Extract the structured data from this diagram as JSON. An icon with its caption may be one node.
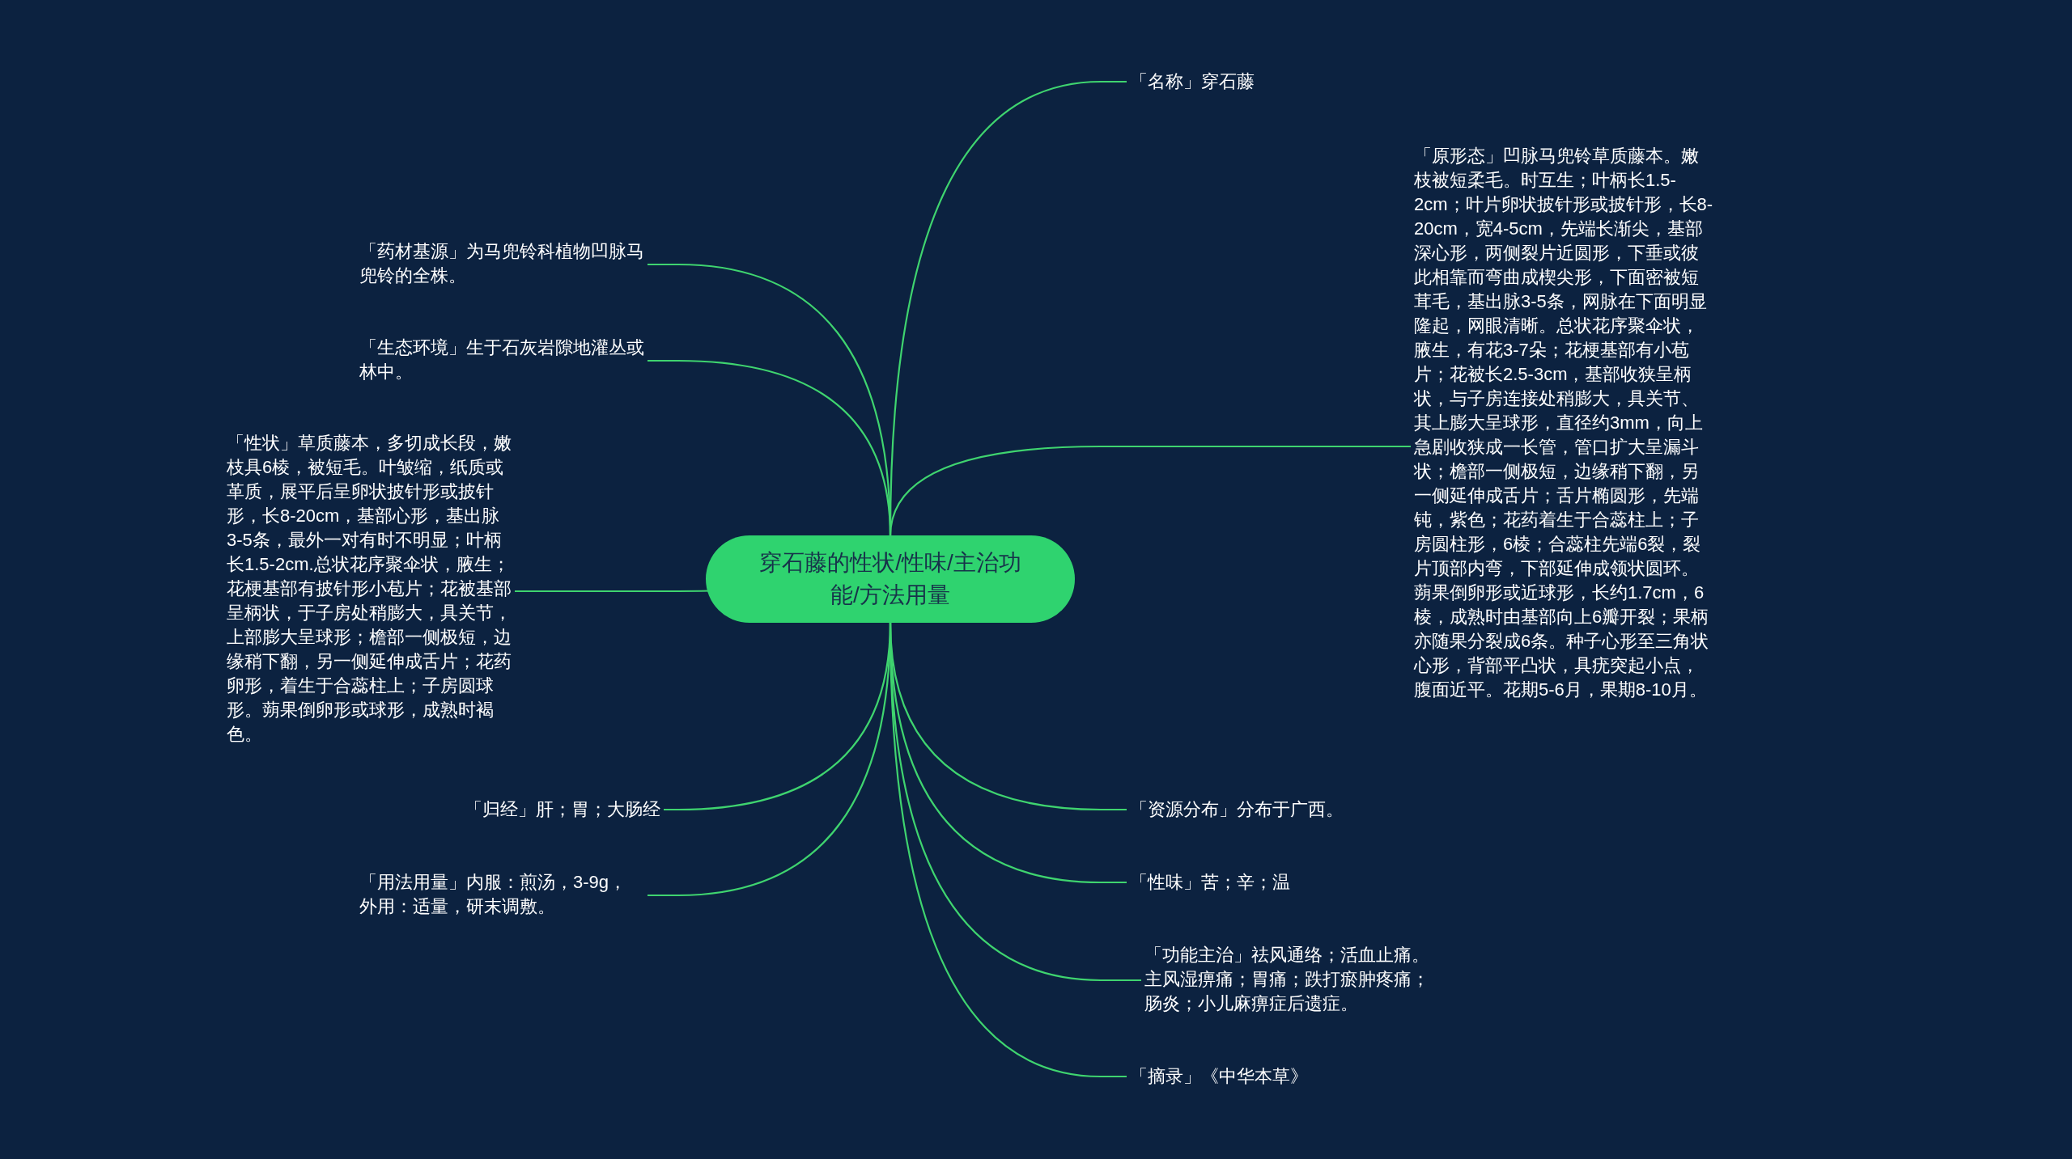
{
  "diagram": {
    "nodes": [
      {
        "text": [
          "穿石藤的性状/性味/主治功能/方法用量"
        ]
      },
      {
        "text": [
          "「名称」穿石藤"
        ]
      },
      {
        "text": [
          "「原形态」凹脉马兜铃草质藤本。嫩枝被短柔毛。时互生；叶柄长1.5-2cm；叶片卵状披针形或披针形，长8-20cm，宽4-5cm，先端长渐尖，基部深心形，两侧裂片近圆形，下垂或彼此相靠而弯曲成楔尖形，下面密被短茸毛，基出脉3-5条，网脉在下面明显隆起，网眼清晰。总状花序聚伞状，腋生，有花3-7朵；花梗基部有小苞片；花被长2.5-3cm，基部收狭呈柄状，与子房连接处稍膨大，具关节、其上膨大呈球形，直径约3mm，向上急剧收狭成一长管，管口扩大呈漏斗状；檐部一侧极短，边缘稍下翻，另一侧延伸成舌片；舌片椭圆形，先端钝，紫色；花药着生于合蕊柱上；子房圆柱形，6棱；合蕊柱先端6裂，裂片顶部内弯，下部延伸成领状圆环。蒴果倒卵形或近球形，长约1.7cm，6棱，成熟时由基部向上6瓣开裂；果柄亦随果分裂成6条。种子心形至三角状心形，背部平凸状，具疣突起小点，腹面近平。花期5-6月，果期8-10月。"
        ]
      },
      {
        "text": [
          "「资源分布」分布于广西。"
        ]
      },
      {
        "text": [
          "「性味」苦；辛；温"
        ]
      },
      {
        "text": [
          "「功能主治」祛风通络；活血止痛。主风湿痹痛；胃痛；跌打瘀肿疼痛；肠炎；小儿麻痹症后遗症。"
        ]
      },
      {
        "text": [
          "「摘录」《中华本草》"
        ]
      },
      {
        "text": [
          "「药材基源」为马兜铃科植物凹脉马兜铃的全株。"
        ]
      },
      {
        "text": [
          "「生态环境」生于石灰岩隙地灌丛或林中。"
        ]
      },
      {
        "text": [
          "「性状」草质藤本，多切成长段，嫩枝具6棱，被短毛。叶皱缩，纸质或革质，展平后呈卵状披针形或披针形，长8-20cm，基部心形，基出脉3-5条，最外一对有时不明显；叶柄长1.5-2cm.总状花序聚伞状，腋生；花梗基部有披针形小苞片；花被基部呈柄状，于子房处稍膨大，具关节，上部膨大呈球形；檐部一侧极短，边缘稍下翻，另一侧延伸成舌片；花药卵形，着生于合蕊柱上；子房圆球形。蒴果倒卵形或球形，成熟时褐色。"
        ]
      },
      {
        "text": [
          "「归经」肝；胃；大肠经"
        ]
      },
      {
        "text": [
          "「用法用量」内服：煎汤，3-9g，外用：适量，研末调敷。"
        ]
      }
    ],
    "edges": [
      {
        "from": 0,
        "to": 1,
        "arrow": "none"
      },
      {
        "from": 0,
        "to": 2,
        "arrow": "none"
      },
      {
        "from": 0,
        "to": 3,
        "arrow": "none"
      },
      {
        "from": 0,
        "to": 4,
        "arrow": "none"
      },
      {
        "from": 0,
        "to": 5,
        "arrow": "none"
      },
      {
        "from": 0,
        "to": 6,
        "arrow": "none"
      },
      {
        "from": 0,
        "to": 7,
        "arrow": "none"
      },
      {
        "from": 0,
        "to": 8,
        "arrow": "none"
      },
      {
        "from": 0,
        "to": 9,
        "arrow": "none"
      },
      {
        "from": 0,
        "to": 10,
        "arrow": "none"
      },
      {
        "from": 0,
        "to": 11,
        "arrow": "none"
      }
    ]
  }
}
